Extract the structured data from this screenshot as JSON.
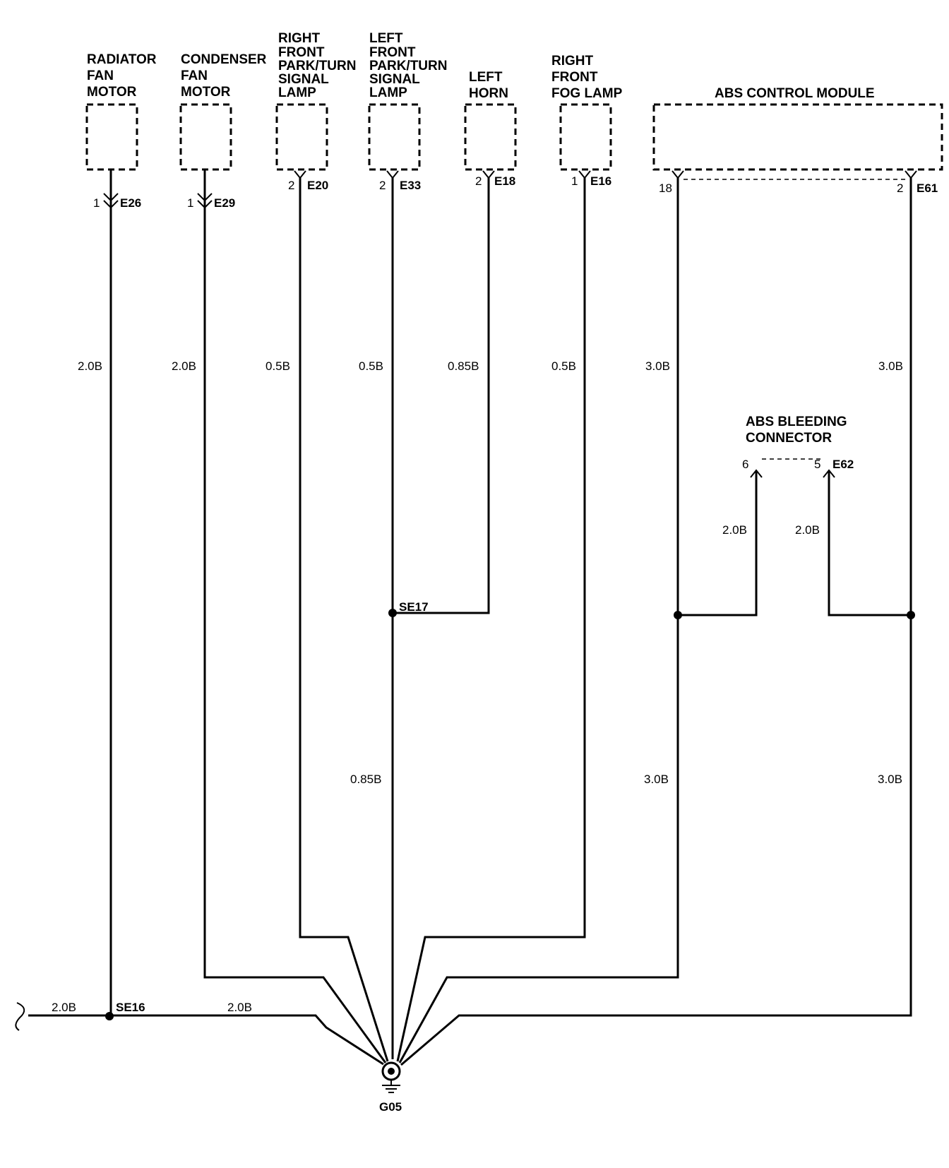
{
  "components": {
    "radiator_fan_motor": [
      "RADIATOR",
      "FAN",
      "MOTOR"
    ],
    "condenser_fan_motor": [
      "CONDENSER",
      "FAN",
      "MOTOR"
    ],
    "right_front_park_turn": [
      "RIGHT",
      "FRONT",
      "PARK/TURN",
      "SIGNAL",
      "LAMP"
    ],
    "left_front_park_turn": [
      "LEFT",
      "FRONT",
      "PARK/TURN",
      "SIGNAL",
      "LAMP"
    ],
    "left_horn": [
      "LEFT",
      "HORN"
    ],
    "right_front_fog_lamp": [
      "RIGHT",
      "FRONT",
      "FOG LAMP"
    ],
    "abs_control_module": "ABS CONTROL MODULE",
    "abs_bleeding_connector": [
      "ABS BLEEDING",
      "CONNECTOR"
    ]
  },
  "connectors": {
    "e26": {
      "id": "E26",
      "pin": "1"
    },
    "e29": {
      "id": "E29",
      "pin": "1"
    },
    "e20": {
      "id": "E20",
      "pin": "2"
    },
    "e33": {
      "id": "E33",
      "pin": "2"
    },
    "e18": {
      "id": "E18",
      "pin": "2"
    },
    "e16": {
      "id": "E16",
      "pin": "1"
    },
    "e61": {
      "id": "E61",
      "pin_left": "18",
      "pin_right": "2"
    },
    "e62": {
      "id": "E62",
      "pin_left": "6",
      "pin_right": "5"
    }
  },
  "splices": {
    "se16": "SE16",
    "se17": "SE17"
  },
  "ground": "G05",
  "wires": {
    "radiator": "2.0B",
    "condenser": "2.0B",
    "rf_turn": "0.5B",
    "lf_turn": "0.5B",
    "horn": "0.85B",
    "fog": "0.5B",
    "abs18_upper": "3.0B",
    "abs2_upper": "3.0B",
    "bleed6": "2.0B",
    "bleed5": "2.0B",
    "se17_ground": "0.85B",
    "abs18_lower": "3.0B",
    "abs2_lower": "3.0B",
    "incoming": "2.0B",
    "se16_ground": "2.0B"
  }
}
